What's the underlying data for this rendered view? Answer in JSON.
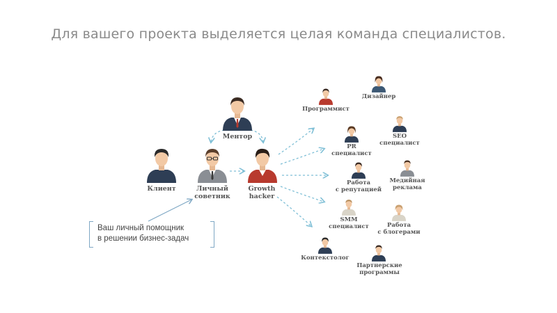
{
  "title": "Для вашего проекта выделяется целая команда специалистов.",
  "main_nodes": {
    "mentor": "Ментор",
    "client": "Клиент",
    "advisor": "Личный\nсоветник",
    "growth": "Growth\nhacker"
  },
  "callout": {
    "text": "Ваш личный помощник\nв решении бизнес-задач"
  },
  "specialists": {
    "programmer": "Программист",
    "designer": "Дизайнер",
    "pr": "PR\nспециалист",
    "seo": "SEO\nспециалист",
    "reputation": "Работа\nс репутацией",
    "media": "Медийная\nреклама",
    "smm": "SMM\nспециалист",
    "bloggers": "Работа\nс блогерами",
    "context": "Контекстолог",
    "partners": "Партнерские\nпрограммы"
  },
  "colors": {
    "title": "#8a8a8a",
    "label": "#555555",
    "arrow": "#7fbfd6",
    "callout_border": "#7ea7c4",
    "skin": "#f2c9a5",
    "hair": "#3a2a22",
    "suit_navy": "#2e3e55",
    "suit_gray": "#8a8e94",
    "suit_red": "#b83a2e",
    "suit_blue": "#3c5874"
  }
}
